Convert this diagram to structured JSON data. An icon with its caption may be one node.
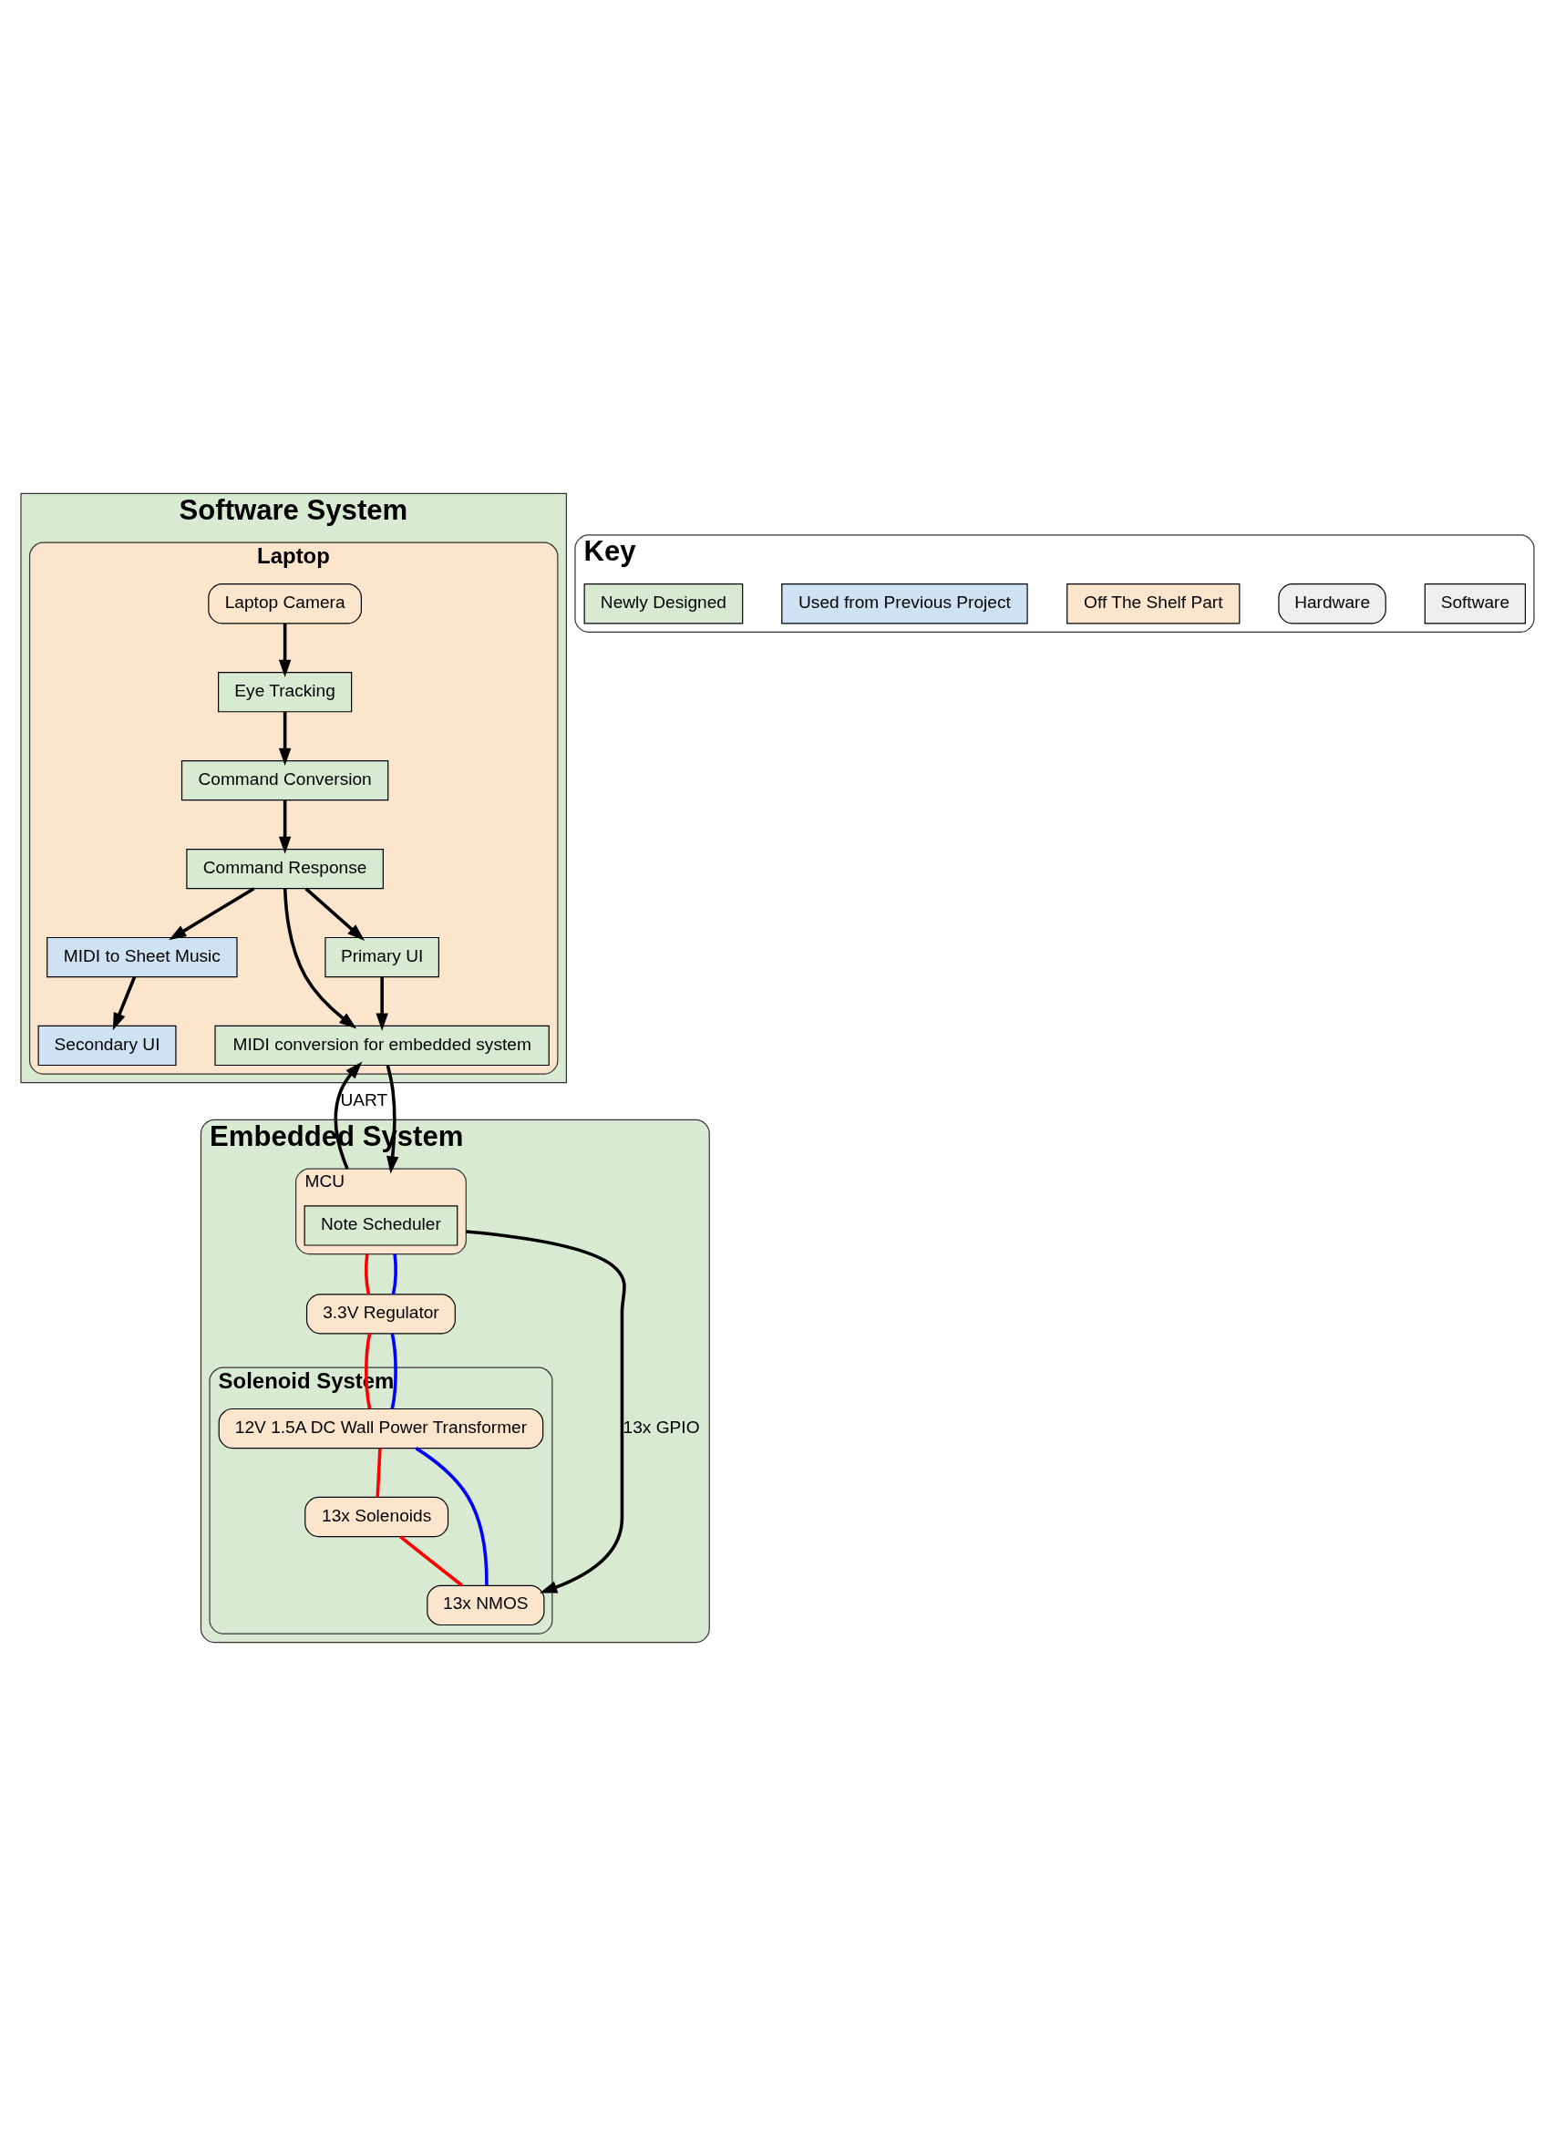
{
  "diagram": {
    "nodes": [
      {
        "text": [
          "Software System"
        ]
      },
      {
        "text": [
          "Laptop"
        ],
        "in": 0
      },
      {
        "text": [
          "Laptop Camera"
        ],
        "in": 1
      },
      {
        "text": [
          "Eye Tracking"
        ],
        "in": 1
      },
      {
        "text": [
          "Command Conversion"
        ],
        "in": 1
      },
      {
        "text": [
          "Command Response"
        ],
        "in": 1
      },
      {
        "text": [
          "MIDI to Sheet Music"
        ],
        "in": 1
      },
      {
        "text": [
          "MIDI conversion for embedded system"
        ],
        "in": 1
      },
      {
        "text": [
          "Secondary UI"
        ],
        "in": 1
      },
      {
        "text": [
          "Primary UI"
        ],
        "in": 1
      },
      {
        "text": [
          "Key"
        ]
      },
      {
        "text": [
          "Software"
        ],
        "in": 10
      },
      {
        "text": [
          "Hardware"
        ],
        "in": 10
      },
      {
        "text": [
          "Off The Shelf Part"
        ],
        "in": 10
      },
      {
        "text": [
          "Used from Previous Project"
        ],
        "in": 10
      },
      {
        "text": [
          "Newly Designed"
        ],
        "in": 10
      },
      {
        "text": [
          "Embedded System"
        ]
      },
      {
        "text": [
          "MCU"
        ],
        "in": 16
      },
      {
        "text": [
          "Note Scheduler"
        ],
        "in": 17
      },
      {
        "text": [
          "3.3V Regulator"
        ],
        "in": 16
      },
      {
        "text": [
          "Solenoid System"
        ],
        "in": 16
      },
      {
        "text": [
          "12V 1.5A DC Wall Power Transformer"
        ],
        "in": 20
      },
      {
        "text": [
          "13x Solenoids"
        ],
        "in": 20
      },
      {
        "text": [
          "13x NMOS"
        ],
        "in": 20
      }
    ],
    "edges": [
      {
        "from": 2,
        "to": 3,
        "arrow": "to"
      },
      {
        "from": 3,
        "to": 4,
        "arrow": "to"
      },
      {
        "from": 4,
        "to": 5,
        "arrow": "to"
      },
      {
        "from": 5,
        "to": 6,
        "arrow": "to"
      },
      {
        "from": 5,
        "to": 7,
        "arrow": "to"
      },
      {
        "from": 5,
        "to": 9,
        "arrow": "to"
      },
      {
        "from": 6,
        "to": 8,
        "arrow": "to"
      },
      {
        "from": 9,
        "to": 7,
        "arrow": "to"
      },
      {
        "from": 17,
        "to": 7,
        "arrow": "to",
        "label": "UART"
      },
      {
        "from": 7,
        "to": 17,
        "arrow": "to"
      },
      {
        "from": 17,
        "to": 19,
        "arrow": "none",
        "color": "#ff0000"
      },
      {
        "from": 19,
        "to": 21,
        "arrow": "none",
        "color": "#ff0000"
      },
      {
        "from": 21,
        "to": 22,
        "arrow": "none",
        "color": "#ff0000"
      },
      {
        "from": 22,
        "to": 23,
        "arrow": "none",
        "color": "#ff0000"
      },
      {
        "from": 17,
        "to": 19,
        "arrow": "none",
        "color": "#0000ff"
      },
      {
        "from": 19,
        "to": 21,
        "arrow": "none",
        "color": "#0000ff"
      },
      {
        "from": 21,
        "to": 23,
        "arrow": "none",
        "color": "#0000ff"
      },
      {
        "from": 17,
        "to": 23,
        "arrow": "to",
        "label": "13x GPIO"
      }
    ]
  }
}
